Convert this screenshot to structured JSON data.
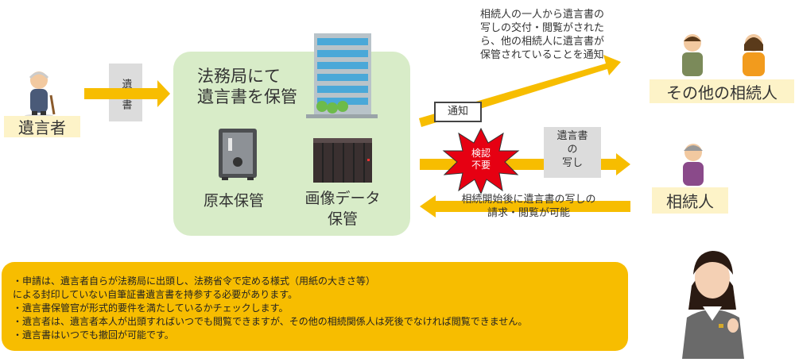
{
  "testator": {
    "label": "遺言者"
  },
  "will_doc": {
    "label": "遺言書"
  },
  "bureau": {
    "title_line1": "法務局にて",
    "title_line2": "遺言書を保管",
    "original_label": "原本保管",
    "image_label_line1": "画像データ",
    "image_label_line2": "保管"
  },
  "notice": {
    "tag": "通知",
    "text_lines": [
      "相続人の一人から遺言書の",
      "写しの交付・閲覧がされた",
      "ら、他の相続人に遺言書が",
      "保管されていることを通知"
    ]
  },
  "other_heirs": {
    "label": "その他の相続人"
  },
  "heir": {
    "label": "相続人"
  },
  "inspection": {
    "line1": "検認",
    "line2": "不要"
  },
  "copy_doc": {
    "line1": "遺言書",
    "line2": "の",
    "line3": "写し"
  },
  "request_text": {
    "line1": "相続開始後に遺言書の写しの",
    "line2": "請求・閲覧が可能"
  },
  "note_lines": [
    "・申請は、遺言者自らが法務局に出頭し、法務省令で定める様式（用紙の大きさ等）",
    "による封印していない自筆証書遺言書を持参する必要があります。",
    "・遺言書保管官が形式的要件を満たしているかチェックします。",
    "・遺言者は、遺言者本人が出頭すればいつでも閲覧できますが、その他の相続関係人は死後でなければ閲覧できません。",
    "・遺言書はいつでも撤回が可能です。"
  ],
  "colors": {
    "arrow": "#f7bd00",
    "green_box": "#d8ecc8",
    "label_bg": "#fdf3c8",
    "burst": "#e60012"
  }
}
